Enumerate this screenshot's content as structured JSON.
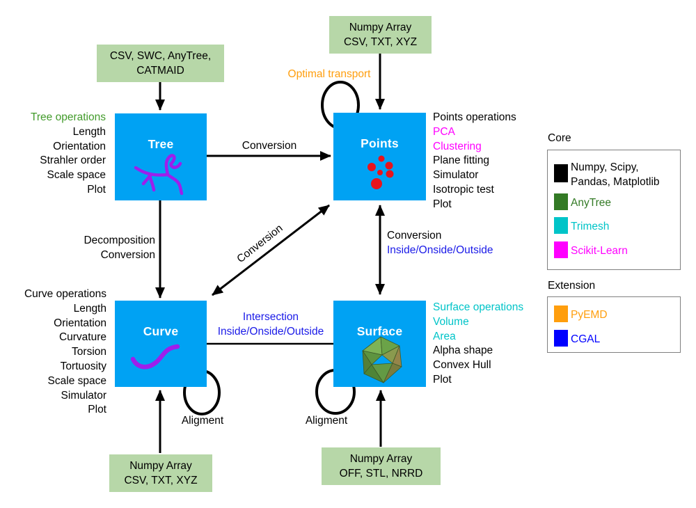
{
  "nodes": {
    "tree": "Tree",
    "points": "Points",
    "curve": "Curve",
    "surface": "Surface"
  },
  "inputs": {
    "tree": [
      "CSV, SWC, AnyTree,",
      "CATMAID"
    ],
    "points": [
      "Numpy Array",
      "CSV, TXT, XYZ"
    ],
    "curve": [
      "Numpy Array",
      "CSV, TXT, XYZ"
    ],
    "surface": [
      "Numpy Array",
      "OFF, STL, NRRD"
    ]
  },
  "ops": {
    "tree": [
      "Tree operations",
      "Length",
      "Orientation",
      "Strahler order",
      "Scale space",
      "Plot"
    ],
    "points": [
      "Points operations",
      "PCA",
      "Clustering",
      "Plane fitting",
      "Simulator",
      "Isotropic test",
      "Plot"
    ],
    "curve": [
      "Curve operations",
      "Length",
      "Orientation",
      "Curvature",
      "Torsion",
      "Tortuosity",
      "Scale space",
      "Simulator",
      "Plot"
    ],
    "surface": [
      "Surface operations",
      "Volume",
      "Area",
      "Alpha shape",
      "Convex Hull",
      "Plot"
    ]
  },
  "edges": {
    "tree_points": "Conversion",
    "tree_curve": [
      "Decomposition",
      "Conversion"
    ],
    "curve_points": "Conversion",
    "points_surface": [
      "Conversion",
      "Inside/Onside/Outside"
    ],
    "curve_surface": [
      "Intersection",
      "Inside/Onside/Outside"
    ],
    "points_loop": "Optimal transport",
    "curve_loop": "Aligment",
    "surface_loop": "Aligment"
  },
  "legend": {
    "core_title": "Core",
    "core": [
      {
        "label": "Numpy, Scipy,\nPandas, Matplotlib",
        "color": "#000000"
      },
      {
        "label": "AnyTree",
        "color": "#337A25"
      },
      {
        "label": "Trimesh",
        "color": "#00C4C8"
      },
      {
        "label": "Scikit-Learn",
        "color": "#FF00FF"
      }
    ],
    "extension_title": "Extension",
    "extension": [
      {
        "label": "PyEMD",
        "color": "#FF9E0D"
      },
      {
        "label": "CGAL",
        "color": "#0000FF"
      }
    ]
  },
  "colors": {
    "node_fill": "#00A2F3",
    "input_fill": "#B7D7A8",
    "ops_green": "#429B2B",
    "magenta": "#FF00FF",
    "cyan": "#00C4C8",
    "edge_blue": "#1A1AE8",
    "orange": "#FF9E0D",
    "points_red": "#E8141C",
    "icon_purple": "#9D1FEB",
    "legend_border": "#7F7F7F"
  }
}
